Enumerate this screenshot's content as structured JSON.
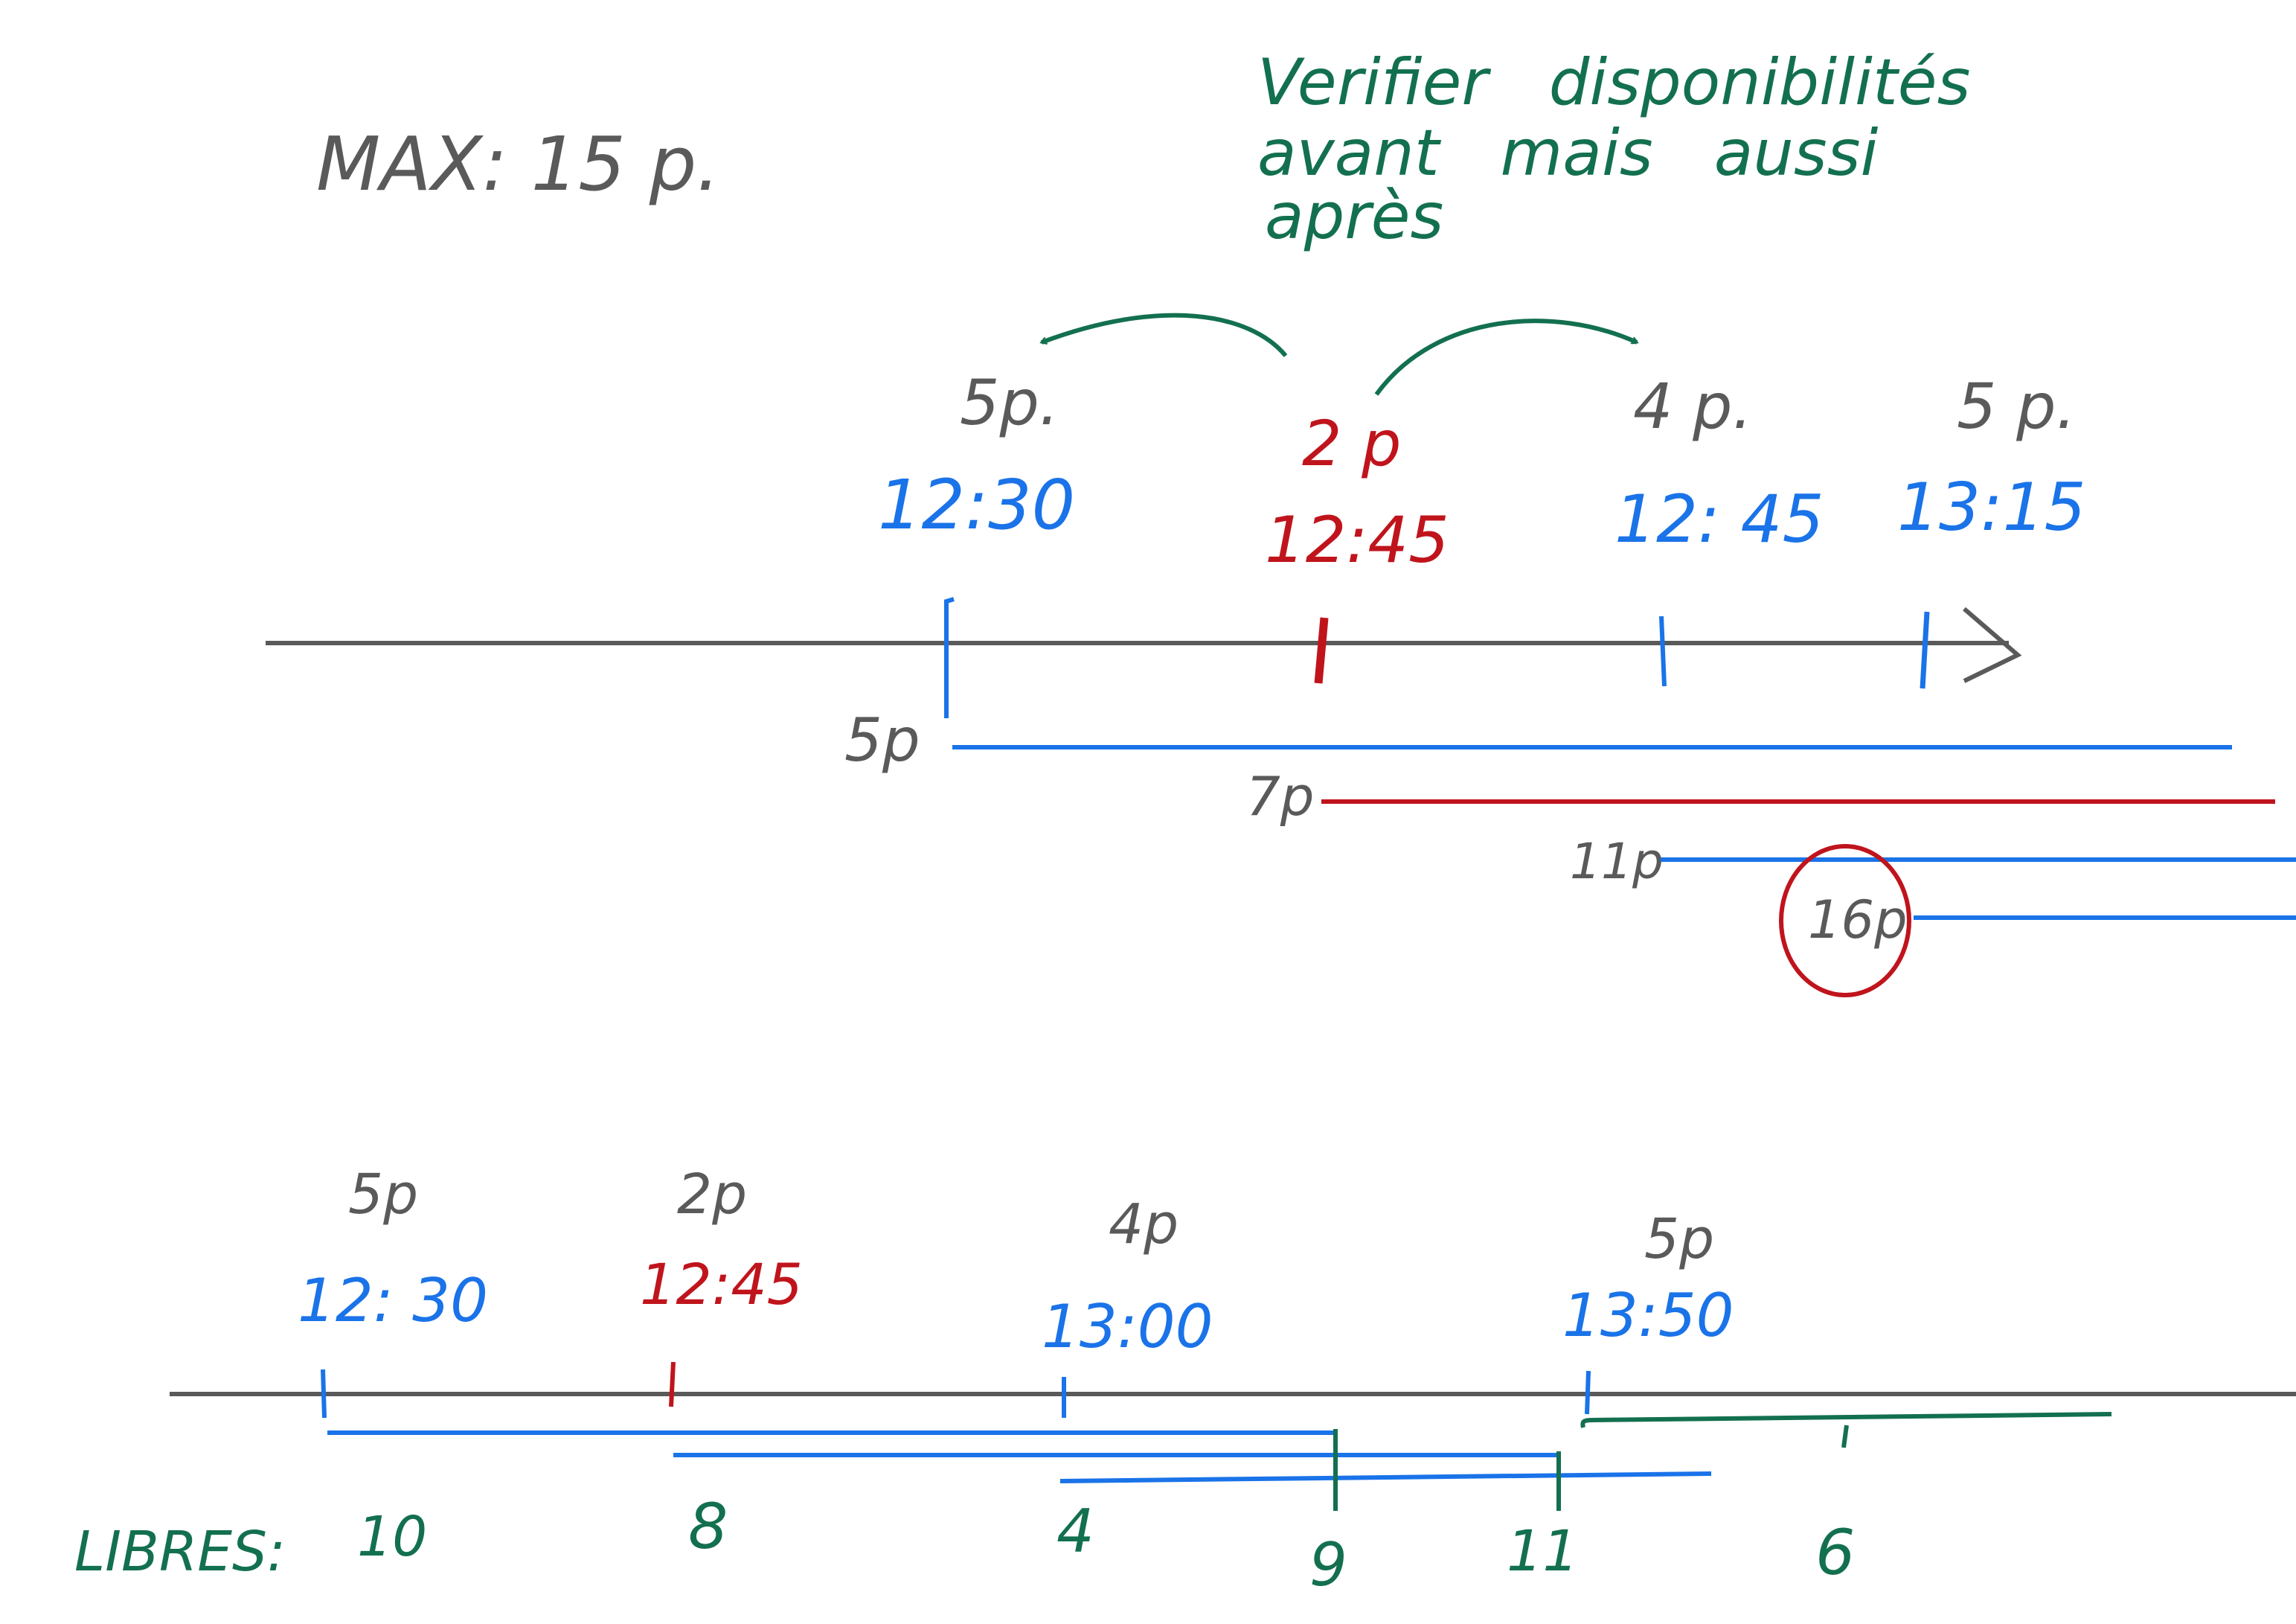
{
  "colors": {
    "grey": "#5a5a5a",
    "blue": "#1a73e8",
    "red": "#c0141c",
    "green": "#13704f"
  },
  "max_label": "MAX: 15 p.",
  "note": {
    "line1": "Verifier   disponibilités",
    "line2": "avant   mais   aussi",
    "line3": "après"
  },
  "top": {
    "events": [
      {
        "people": "5p.",
        "time": "12:30"
      },
      {
        "people": "2 p",
        "time": "12:45"
      },
      {
        "people": "4 p.",
        "time": "12: 45"
      },
      {
        "people": "5 p.",
        "time": "13:15"
      }
    ],
    "occupancy": [
      "5p",
      "7p",
      "11p",
      "16p"
    ]
  },
  "bottom": {
    "events": [
      {
        "people": "5p",
        "time": "12: 30"
      },
      {
        "people": "2p",
        "time": "12:45"
      },
      {
        "people": "4p",
        "time": "13:00"
      },
      {
        "people": "5p",
        "time": "13:50"
      }
    ],
    "libres_label": "LIBRES:",
    "libres": [
      "10",
      "8",
      "4",
      "9",
      "11",
      "6"
    ]
  }
}
